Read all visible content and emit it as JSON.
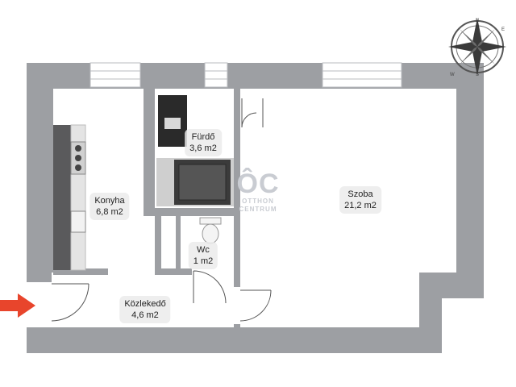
{
  "rooms": {
    "konyha": {
      "name": "Konyha",
      "area": "6,8 m2"
    },
    "furdo": {
      "name": "Fürdő",
      "area": "3,6 m2"
    },
    "szoba": {
      "name": "Szoba",
      "area": "21,2 m2"
    },
    "wc": {
      "name": "Wc",
      "area": "1 m2"
    },
    "kozlekedo": {
      "name": "Közlekedő",
      "area": "4,6  m2"
    }
  },
  "watermark": {
    "logo": "ÔC",
    "line1": "OTTHON",
    "line2": "CENTRUM"
  },
  "compass": {
    "letters": [
      "N",
      "E",
      "S",
      "W"
    ]
  },
  "colors": {
    "wall": "#9d9fa3",
    "floor": "#ffffff",
    "entry_arrow": "#e8452c",
    "counter": "#555555"
  }
}
